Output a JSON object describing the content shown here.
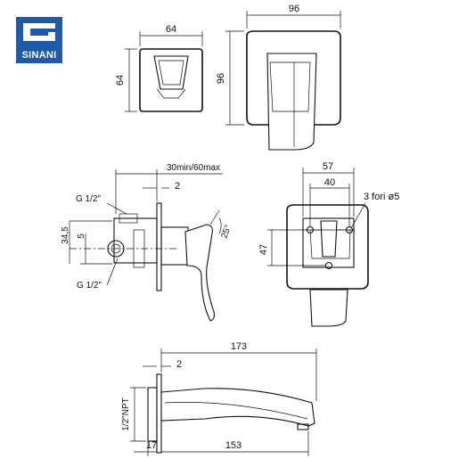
{
  "logo": {
    "text": "SINANI",
    "color": "#1f5aa6"
  },
  "dimensions": {
    "top_small_width": "64",
    "top_small_height": "64",
    "top_large_width": "96",
    "top_large_height": "96",
    "mount_depth": "30min/60max",
    "thread_top": "G 1/2\"",
    "thread_bottom": "G 1/2\"",
    "plate_thickness": "2",
    "offset_345": "34,5",
    "offset_5": "5",
    "handle_angle": "25°",
    "front_width": "57",
    "hole_spacing": "40",
    "holes_note": "3 fori ø5",
    "front_height": "47",
    "spout_length": "173",
    "spout_plate": "2",
    "spout_thread": "1/2\"NPT",
    "spout_base": "17",
    "spout_reach": "153"
  }
}
